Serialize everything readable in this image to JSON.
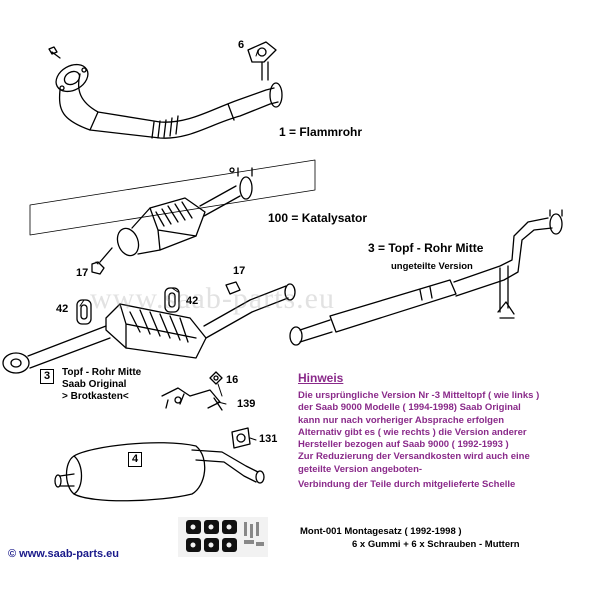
{
  "parts": {
    "flammrohr": {
      "label": "1 = Flammrohr"
    },
    "katalysator": {
      "label": "100 = Katalysator"
    },
    "topf_mitte_right": {
      "label": "3  =  Topf - Rohr Mitte",
      "sub": "ungeteilte Version"
    },
    "topf_mitte_left": {
      "num": "3",
      "line1": "Topf - Rohr Mitte",
      "line2": "Saab Original",
      "line3": "> Brotkasten<"
    },
    "endtopf": {
      "num": "4"
    }
  },
  "callouts": {
    "c6": "6",
    "c17a": "17",
    "c17b": "17",
    "c42a": "42",
    "c42b": "42",
    "c16": "16",
    "c139": "139",
    "c131": "131"
  },
  "watermark": "www.saab-parts.eu",
  "hint": {
    "title": "Hinweis",
    "lines": [
      "Die ursprüngliche Version Nr -3  Mitteltopf (  wie links )",
      "der Saab 9000 Modelle ( 1994-1998)  Saab Original",
      " kann nur nach vorheriger Absprache erfolgen",
      "Alternativ gibt es ( wie rechts ) die Version anderer",
      "Hersteller bezogen auf  Saab 9000  ( 1992-1993 )",
      "Zur Reduzierung der Versandkosten wird auch eine",
      "geteilte Version angeboten-",
      "Verbindung der Teile durch mitgelieferte Schelle"
    ],
    "color": "#8a2a8a"
  },
  "mounting": {
    "line1": "Mont-001  Montagesatz  ( 1992-1998 )",
    "line2": "6  x  Gummi  + 6 x Schrauben - Muttern"
  },
  "copyright": "© www.saab-parts.eu",
  "colors": {
    "link": "#1a1a8a"
  }
}
